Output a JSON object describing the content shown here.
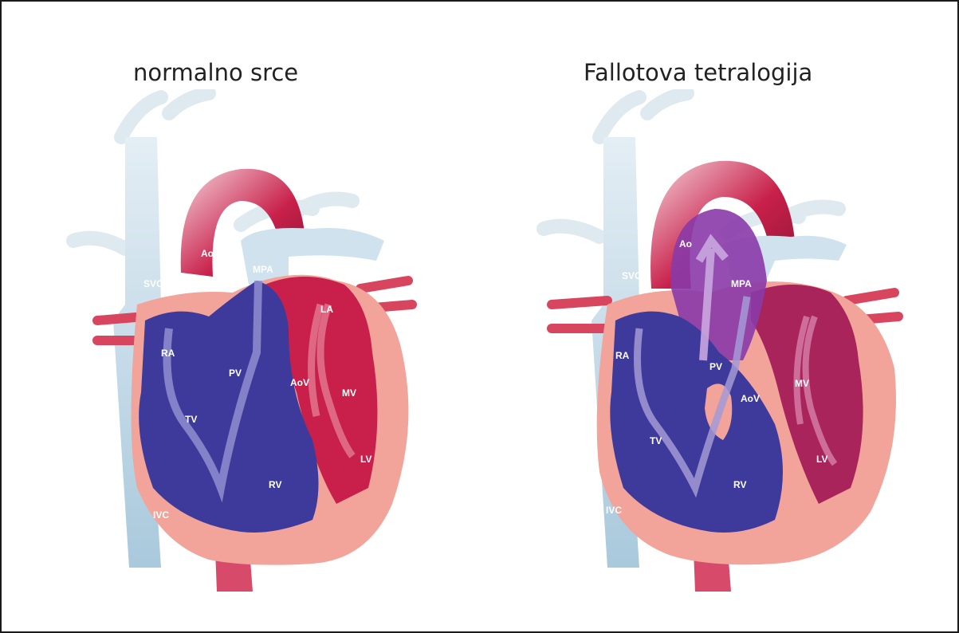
{
  "titles": {
    "normal": "normalno srce",
    "tof": "Fallotova tetralogija"
  },
  "labels": {
    "svc": "SVC",
    "ao": "Ao",
    "mpa": "MPA",
    "la": "LA",
    "ra": "RA",
    "pv": "PV",
    "aov": "AoV",
    "mv": "MV",
    "tv": "TV",
    "lv": "LV",
    "rv": "RV",
    "ivc": "IVC"
  },
  "colors": {
    "deoxygenated": "#3d3a9c",
    "oxygenated": "#c8204a",
    "mixed": "#8a3aa8",
    "vein_blue": "#cfe2ee",
    "muscle_pink": "#f2a39a",
    "aorta_red": "#d02a55"
  }
}
